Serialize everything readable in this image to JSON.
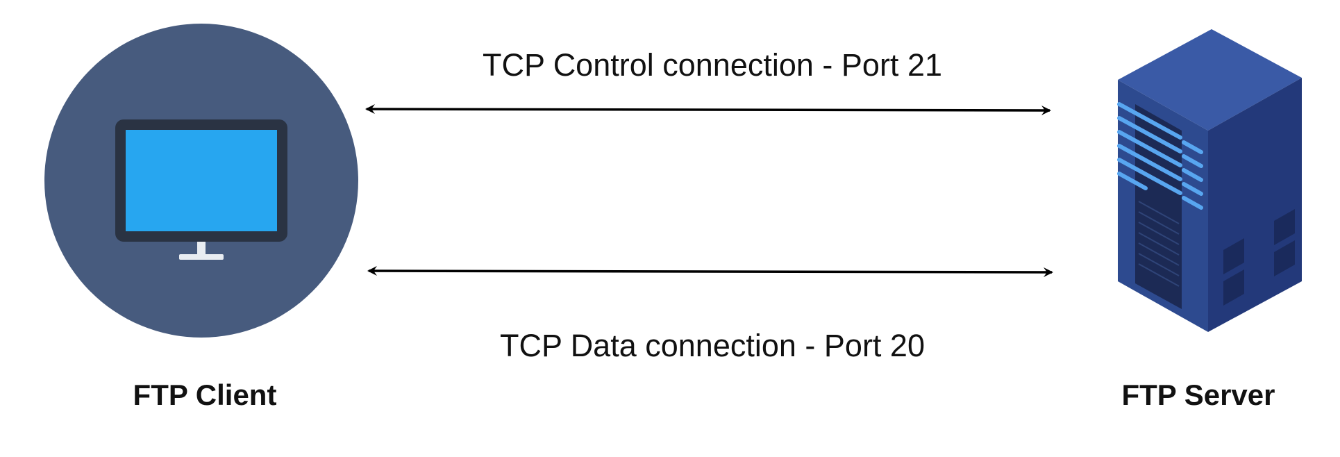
{
  "diagram": {
    "client": {
      "label": "FTP Client",
      "icon": "desktop-monitor-icon"
    },
    "server": {
      "label": "FTP Server",
      "icon": "server-tower-icon"
    },
    "connections": [
      {
        "label": "TCP Control connection - Port 21",
        "direction": "bidirectional"
      },
      {
        "label": "TCP Data connection - Port 20",
        "direction": "bidirectional"
      }
    ]
  },
  "colors": {
    "client_circle": "#475b7e",
    "monitor_frame": "#2a3343",
    "monitor_screen": "#27a6f0",
    "monitor_stand": "#e9edf2",
    "server_front": "#2d4a8f",
    "server_side": "#23397a",
    "server_top": "#3a5aa6",
    "server_light": "#58a6f0",
    "arrow": "#000000"
  }
}
